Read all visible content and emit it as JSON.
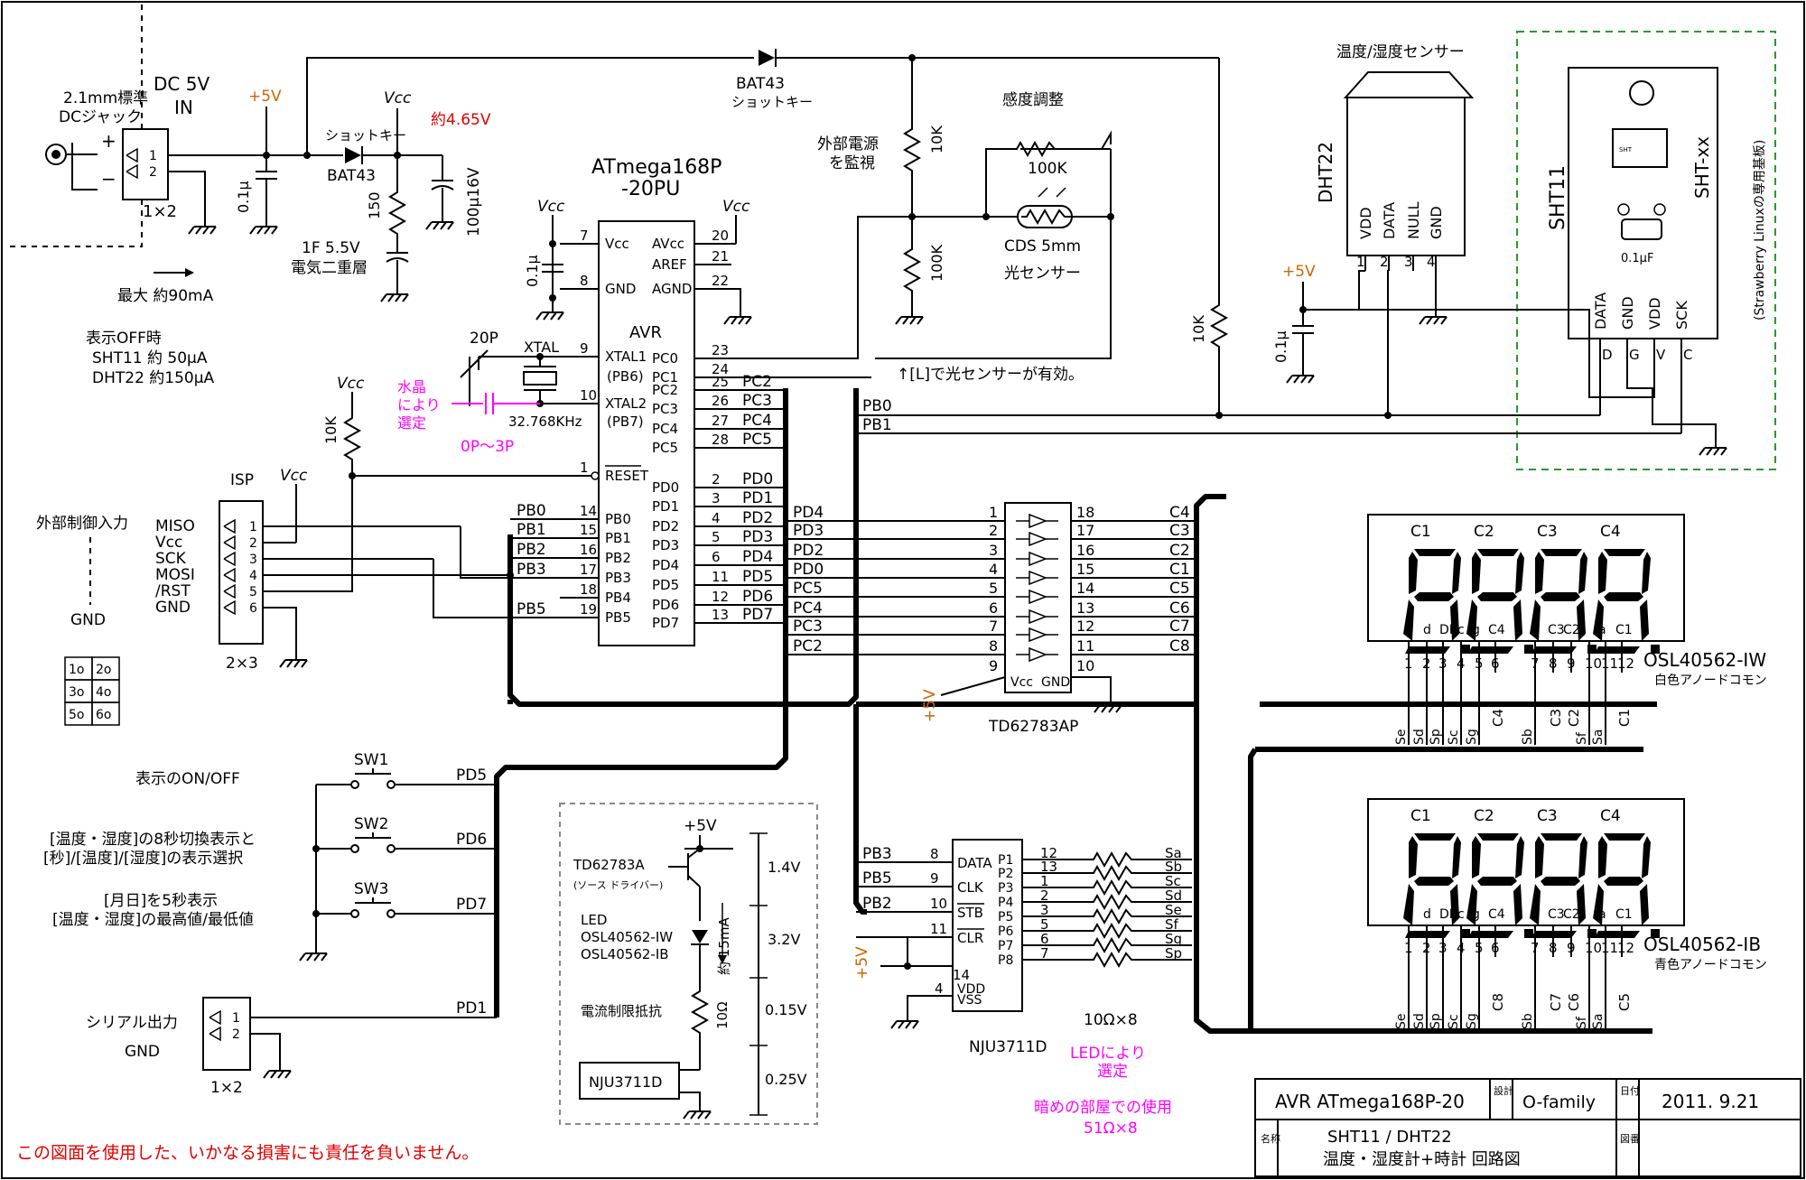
{
  "colors": {
    "orange": "#cc6600",
    "red": "#e00000",
    "magenta": "#ff00ff",
    "green": "#2a9a2a"
  },
  "power": {
    "jack": "2.1mm標準",
    "jack2": "DCジャック",
    "dc5v": "DC 5V",
    "in": "IN",
    "plus5v": "+5V",
    "vcc": "Vcc",
    "plus": "+",
    "minus": "−",
    "onex2": "1×2",
    "cap": "0.1μ",
    "diode1": "ショットキー",
    "bat43": "BAT43",
    "v465": "約4.65V",
    "r150": "150",
    "cap100": "100μ16V",
    "edlc1": "1F 5.5V",
    "edlc2": "電気二重層",
    "max": "最大 約90mA",
    "offtitle": "表示OFF時",
    "sht11": "SHT11 約 50μA",
    "dht22c": "DHT22 約150μA"
  },
  "mcu": {
    "name1": "ATmega168P",
    "name2": "-20PU",
    "avr": "AVR",
    "lp": [
      {
        "n": "7",
        "l": "Vcc"
      },
      {
        "n": "8",
        "l": "GND"
      },
      {
        "n": "9",
        "l": "XTAL1"
      },
      {
        "n": "10",
        "l": "XTAL2"
      },
      {
        "n": "1",
        "l": "RESET"
      },
      {
        "n": "14",
        "l": "PB0"
      },
      {
        "n": "15",
        "l": "PB1"
      },
      {
        "n": "16",
        "l": "PB2"
      },
      {
        "n": "17",
        "l": "PB3"
      },
      {
        "n": "18",
        "l": "PB4"
      },
      {
        "n": "19",
        "l": "PB5"
      }
    ],
    "pb6": "(PB6)",
    "pb7": "(PB7)",
    "rp": [
      {
        "n": "20",
        "l": "AVcc"
      },
      {
        "n": "21",
        "l": "AREF"
      },
      {
        "n": "22",
        "l": "AGND"
      },
      {
        "n": "23",
        "l": "PC0"
      },
      {
        "n": "24",
        "l": "PC1"
      },
      {
        "n": "25",
        "l": "PC2"
      },
      {
        "n": "26",
        "l": "PC3"
      },
      {
        "n": "27",
        "l": "PC4"
      },
      {
        "n": "28",
        "l": "PC5"
      },
      {
        "n": "2",
        "l": "PD0"
      },
      {
        "n": "3",
        "l": "PD1"
      },
      {
        "n": "4",
        "l": "PD2"
      },
      {
        "n": "5",
        "l": "PD3"
      },
      {
        "n": "6",
        "l": "PD4"
      },
      {
        "n": "11",
        "l": "PD5"
      },
      {
        "n": "12",
        "l": "PD6"
      },
      {
        "n": "13",
        "l": "PD7"
      }
    ],
    "rnet": [
      "PC2",
      "PC3",
      "PC4",
      "PC5",
      "PD0",
      "PD1",
      "PD2",
      "PD3",
      "PD4",
      "PD5",
      "PD6",
      "PD7"
    ],
    "lnet": [
      "PB0",
      "PB1",
      "PB2",
      "PB3",
      "PB5"
    ]
  },
  "xtal": {
    "c20p": "20P",
    "xtal": "XTAL",
    "freq": "32.768KHz",
    "note1": "水晶",
    "note2": "により",
    "note3": "選定",
    "note4": "0P〜3P"
  },
  "isp": {
    "title": "ISP",
    "vcc": "Vcc",
    "r10k": "10K",
    "labels": [
      "MISO",
      "Vcc",
      "SCK",
      "MOSI",
      "/RST",
      "GND"
    ],
    "pins": [
      "1",
      "2",
      "3",
      "4",
      "5",
      "6"
    ],
    "size": "2×3",
    "ext": "外部制御入力",
    "gnd": "GND",
    "grid": [
      "1o",
      "2o",
      "3o",
      "4o",
      "5o",
      "6o"
    ]
  },
  "sensor": {
    "title": "温度/湿度センサー",
    "dht22": "DHT22",
    "dhtpins": [
      "VDD",
      "DATA",
      "NULL",
      "GND"
    ],
    "dhtnums": [
      "1",
      "2",
      "3",
      "4"
    ],
    "sht11": "SHT11",
    "shtxx": "SHT-xx",
    "strawberry": "(Strawberry Linuxの専用基板)",
    "shtpins": [
      "DATA",
      "GND",
      "VDD",
      "SCK"
    ],
    "shtletters": [
      "D",
      "G",
      "V",
      "C"
    ],
    "shtcap": "0.1μF",
    "chip": "SHT",
    "plus5v": "+5V",
    "cap": "0.1μ",
    "r10k": "10K",
    "pb0": "PB0",
    "pb1": "PB1"
  },
  "light": {
    "ext1": "外部電源",
    "ext2": "を監視",
    "r10k": "10K",
    "r100k": "100K",
    "adj": "感度調整",
    "pot": "100K",
    "cds": "CDS 5mm",
    "sensor": "光センサー",
    "note": "↑[L]で光センサーが有効。"
  },
  "driver": {
    "name": "TD62783AP",
    "inl": [
      "1",
      "2",
      "3",
      "4",
      "5",
      "6",
      "7",
      "8",
      "9"
    ],
    "inr": [
      "18",
      "17",
      "16",
      "15",
      "14",
      "13",
      "12",
      "11",
      "10"
    ],
    "innets": [
      "PD4",
      "PD3",
      "PD2",
      "PD0",
      "PC5",
      "PC4",
      "PC3",
      "PC2"
    ],
    "outnets": [
      "C4",
      "C3",
      "C2",
      "C1",
      "C5",
      "C6",
      "C7",
      "C8"
    ],
    "vcc": "Vcc",
    "gnd": "GND",
    "plus5v": "+5V"
  },
  "nju": {
    "name": "NJU3711D",
    "lpins": [
      {
        "n": "8",
        "l": "DATA",
        "net": "PB3"
      },
      {
        "n": "9",
        "l": "CLK",
        "net": "PB5"
      },
      {
        "n": "10",
        "l": "STB",
        "net": "PB2"
      },
      {
        "n": "11",
        "l": "CLR",
        "net": ""
      }
    ],
    "vdd": "VDD",
    "vss": "VSS",
    "n14": "14",
    "n4": "4",
    "plus5v": "+5V",
    "plabels": [
      "P1",
      "P2",
      "P3",
      "P4",
      "P5",
      "P6",
      "P7",
      "P8"
    ],
    "pnums": [
      "12",
      "13",
      "1",
      "2",
      "3",
      "5",
      "6",
      "7"
    ],
    "seg": [
      "Sa",
      "Sb",
      "Sc",
      "Sd",
      "Se",
      "Sf",
      "Sg",
      "Sp"
    ],
    "res": "10Ω×8",
    "note1": "LEDにより",
    "note2": "選定",
    "note3": "暗めの部屋での使用",
    "note4": "51Ω×8"
  },
  "display1": {
    "digits": [
      "C1",
      "C2",
      "C3",
      "C4"
    ],
    "seglabels": [
      "e",
      "d",
      "DP",
      "c",
      "g",
      "C4",
      "b",
      "C3",
      "C2",
      "f",
      "a",
      "C1"
    ],
    "pins": [
      "1",
      "2",
      "3",
      "4",
      "5",
      "6",
      "7",
      "8",
      "9",
      "10",
      "11",
      "12"
    ],
    "common": [
      "C4",
      "C3",
      "C2",
      "C1"
    ],
    "name": "OSL40562-IW",
    "color": "白色アノードコモン",
    "bottom": [
      "Se",
      "Sd",
      "Sp",
      "Sc",
      "Sg",
      "Sb",
      "Sf",
      "Sa"
    ]
  },
  "display2": {
    "digits": [
      "C1",
      "C2",
      "C3",
      "C4"
    ],
    "seglabels": [
      "e",
      "d",
      "DP",
      "c",
      "g",
      "C4",
      "b",
      "C3",
      "C2",
      "f",
      "a",
      "C1"
    ],
    "pins": [
      "1",
      "2",
      "3",
      "4",
      "5",
      "6",
      "7",
      "8",
      "9",
      "10",
      "11",
      "12"
    ],
    "common": [
      "C8",
      "C7",
      "C6",
      "C5"
    ],
    "name": "OSL40562-IB",
    "color": "青色アノードコモン",
    "bottom": [
      "Se",
      "Sd",
      "Sp",
      "Sc",
      "Sg",
      "Sb",
      "Sf",
      "Sa"
    ]
  },
  "switches": {
    "sw": [
      "SW1",
      "SW2",
      "SW3"
    ],
    "nets": [
      "PD5",
      "PD6",
      "PD7"
    ],
    "d1": "表示のON/OFF",
    "d2a": "[温度・湿度]の8秒切換表示と",
    "d2b": "[秒]/[温度]/[湿度]の表示選択",
    "d3a": "[月日]を5秒表示",
    "d3b": "[温度・湿度]の最高値/最低値"
  },
  "serial": {
    "label": "シリアル出力",
    "gnd": "GND",
    "net": "PD1",
    "size": "1×2",
    "p1": "1",
    "p2": "2"
  },
  "ledbox": {
    "plus5v": "+5V",
    "td": "TD62783A",
    "td2": "(ソース ドライバー)",
    "led": "LED",
    "led1": "OSL40562-IW",
    "led2": "OSL40562-IB",
    "cur": "約 15mA",
    "res": "電流制限抵抗",
    "r10": "10Ω",
    "nju": "NJU3711D",
    "v1": "1.4V",
    "v2": "3.2V",
    "v3": "0.15V",
    "v4": "0.25V"
  },
  "title": {
    "project": "AVR ATmega168P-20",
    "design": "設計",
    "designer": "O-family",
    "date": "日付",
    "dateval": "2011. 9.21",
    "name": "名称",
    "name1": "SHT11 / DHT22",
    "name2": "温度・湿度計+時計 回路図",
    "fig": "図番"
  },
  "disclaimer": "この図面を使用した、いかなる損害にも責任を負いません。"
}
